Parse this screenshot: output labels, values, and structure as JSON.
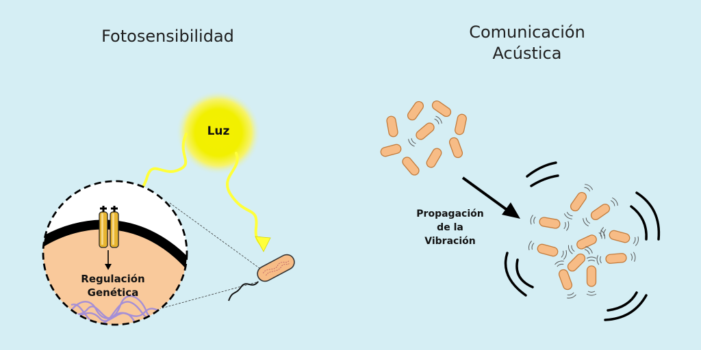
{
  "left_panel": {
    "title": "Fotosensibilidad",
    "light_label": "Luz",
    "gene_label_line1": "Regulación",
    "gene_label_line2": "Genética"
  },
  "right_panel": {
    "title_line1": "Comunicación",
    "title_line2": "Acústica",
    "arrow_label_line1": "Propagación",
    "arrow_label_line2": "de la",
    "arrow_label_line3": "Vibración"
  },
  "colors": {
    "background": "#d5eef4",
    "sun_yellow": "#f2f000",
    "light_ray_yellow": "#ffff3a",
    "bacterium_fill": "#f7bc86",
    "bacterium_stroke": "#c27a3a",
    "cytoplasm": "#f9c99b",
    "dna_purple": "#a58fd6",
    "receptor_yellow": "#e8b530"
  }
}
